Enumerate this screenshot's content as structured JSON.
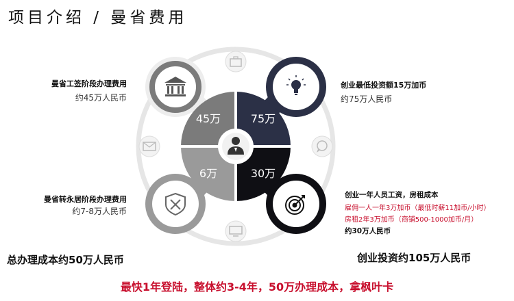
{
  "title": "项目介绍 / 曼省费用",
  "quadrants": {
    "top_left": {
      "value": "45万",
      "heading": "曼省工签阶段办理费用",
      "sub": "约45万人民币"
    },
    "top_right": {
      "value": "75万",
      "heading": "创业最低投资额15万加币",
      "sub": "约75万人民币"
    },
    "bottom_left": {
      "value": "6万",
      "heading": "曼省转永居阶段办理费用",
      "sub": "约7-8万人民币"
    },
    "bottom_right": {
      "value": "30万",
      "heading": "创业一年人员工资，房租成本",
      "line1": "雇佣一人一年3万加币（最低时薪11加币/小时）",
      "line2": "房租2年3万加币（商铺500-1000加币/月）",
      "sub": "约30万人民币"
    }
  },
  "totals": {
    "left": "总办理成本约50万人民币",
    "right": "创业投资约105万人民币"
  },
  "footer": "最快1年登陆，整体约3-4年，50万办理成本，拿枫叶卡",
  "icons": {
    "top_left": "bank-icon",
    "top_right": "lightbulb-icon",
    "bottom_left": "shield-tools-icon",
    "bottom_right": "target-icon",
    "center": "person-icon",
    "small_top": "briefcase-icon",
    "small_left": "mail-icon",
    "small_right": "chat-icon",
    "small_bottom": "monitor-icon"
  },
  "colors": {
    "top_left": "#7b7b7b",
    "top_right": "#2b3046",
    "bottom_left": "#9a9a9a",
    "bottom_right": "#0f0f14",
    "ring": "#e6e6e6",
    "accent_red": "#c8102e"
  }
}
